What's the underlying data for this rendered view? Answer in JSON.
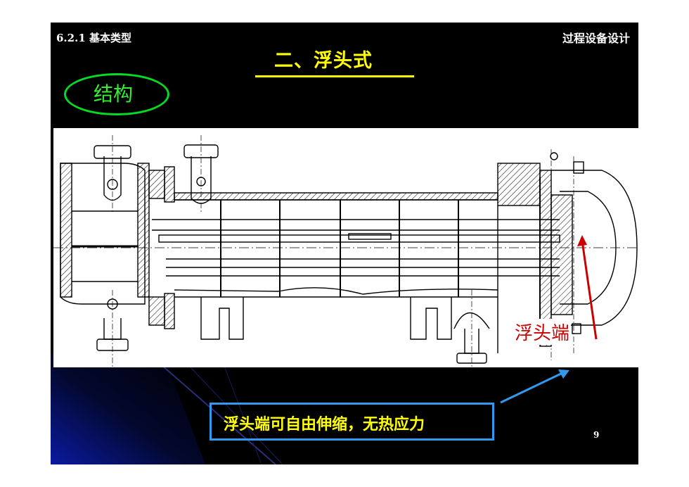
{
  "slide": {
    "section": "6.2.1 基本类型",
    "course": "过程设备设计",
    "title": "二、浮头式",
    "structure_label": "结构",
    "callout": "浮头端可自由伸缩，无热应力",
    "page_number": "9"
  },
  "drawing": {
    "floating_head_label": "浮头端"
  },
  "colors": {
    "background": "#000000",
    "title": "#ffff00",
    "oval": "#00dd22",
    "callout_border": "#3399ee",
    "red_arrow": "#cc0000",
    "blue_arrow": "#3399ee"
  }
}
